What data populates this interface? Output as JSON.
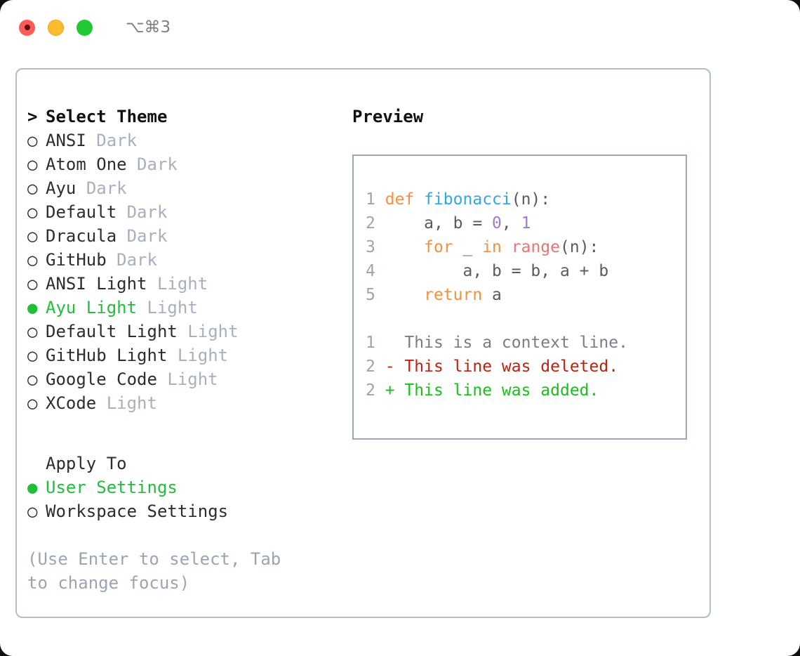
{
  "titlebar": {
    "lights": [
      {
        "name": "close-button",
        "color": "#fc5b57",
        "active": true
      },
      {
        "name": "minimize-button",
        "color": "#fdbc2e",
        "active": false
      },
      {
        "name": "maximize-button",
        "color": "#23c934",
        "active": false
      }
    ],
    "shortcut": "⌥⌘3"
  },
  "theme_section": {
    "header_marker": ">",
    "header_label": "Select Theme",
    "items": [
      {
        "marker": "○",
        "name": "ANSI",
        "category": "Dark",
        "selected": false
      },
      {
        "marker": "○",
        "name": "Atom One",
        "category": "Dark",
        "selected": false
      },
      {
        "marker": "○",
        "name": "Ayu",
        "category": "Dark",
        "selected": false
      },
      {
        "marker": "○",
        "name": "Default",
        "category": "Dark",
        "selected": false
      },
      {
        "marker": "○",
        "name": "Dracula",
        "category": "Dark",
        "selected": false
      },
      {
        "marker": "○",
        "name": "GitHub",
        "category": "Dark",
        "selected": false
      },
      {
        "marker": "○",
        "name": "ANSI Light",
        "category": "Light",
        "selected": false
      },
      {
        "marker": "●",
        "name": "Ayu Light",
        "category": "Light",
        "selected": true
      },
      {
        "marker": "○",
        "name": "Default Light",
        "category": "Light",
        "selected": false
      },
      {
        "marker": "○",
        "name": "GitHub Light",
        "category": "Light",
        "selected": false
      },
      {
        "marker": "○",
        "name": "Google Code",
        "category": "Light",
        "selected": false
      },
      {
        "marker": "○",
        "name": "XCode",
        "category": "Light",
        "selected": false
      }
    ]
  },
  "apply_section": {
    "title": "Apply To",
    "items": [
      {
        "marker": "●",
        "name": "User Settings",
        "selected": true
      },
      {
        "marker": "○",
        "name": "Workspace Settings",
        "selected": false
      }
    ]
  },
  "hint": "(Use Enter to select, Tab to change focus)",
  "preview": {
    "title": "Preview",
    "code": [
      {
        "ln": "1",
        "tokens": [
          {
            "t": "def ",
            "c": "kw"
          },
          {
            "t": "fibonacci",
            "c": "fn"
          },
          {
            "t": "(n):",
            "c": "punc"
          }
        ]
      },
      {
        "ln": "2",
        "tokens": [
          {
            "t": "    a, b = ",
            "c": "punc"
          },
          {
            "t": "0",
            "c": "num"
          },
          {
            "t": ", ",
            "c": "punc"
          },
          {
            "t": "1",
            "c": "num"
          }
        ]
      },
      {
        "ln": "3",
        "tokens": [
          {
            "t": "    ",
            "c": "punc"
          },
          {
            "t": "for",
            "c": "kw"
          },
          {
            "t": " _ ",
            "c": "punc"
          },
          {
            "t": "in",
            "c": "kw"
          },
          {
            "t": " ",
            "c": "punc"
          },
          {
            "t": "range",
            "c": "bi"
          },
          {
            "t": "(n):",
            "c": "punc"
          }
        ]
      },
      {
        "ln": "4",
        "tokens": [
          {
            "t": "        a, b = b, a + b",
            "c": "punc"
          }
        ]
      },
      {
        "ln": "5",
        "tokens": [
          {
            "t": "    ",
            "c": "punc"
          },
          {
            "t": "return",
            "c": "kw"
          },
          {
            "t": " a",
            "c": "punc"
          }
        ]
      }
    ],
    "diff": [
      {
        "ln": "1",
        "sign": " ",
        "text": " This is a context line.",
        "kind": "diff-ctx"
      },
      {
        "ln": "2",
        "sign": "-",
        "text": " This line was deleted.",
        "kind": "diff-del"
      },
      {
        "ln": "2",
        "sign": "+",
        "text": " This line was added.",
        "kind": "diff-add"
      }
    ]
  },
  "colors": {
    "accent_green": "#1fbf3a",
    "muted_gray": "#a8b0bd",
    "hint_gray": "#9aa5b4",
    "keyword_orange": "#fa8d3e",
    "function_blue": "#2fa8e8",
    "number_purple": "#a37acc",
    "builtin_red": "#f07171",
    "diff_delete": "#c2200f",
    "diff_add": "#16c216",
    "border": "#b3bcc8"
  }
}
